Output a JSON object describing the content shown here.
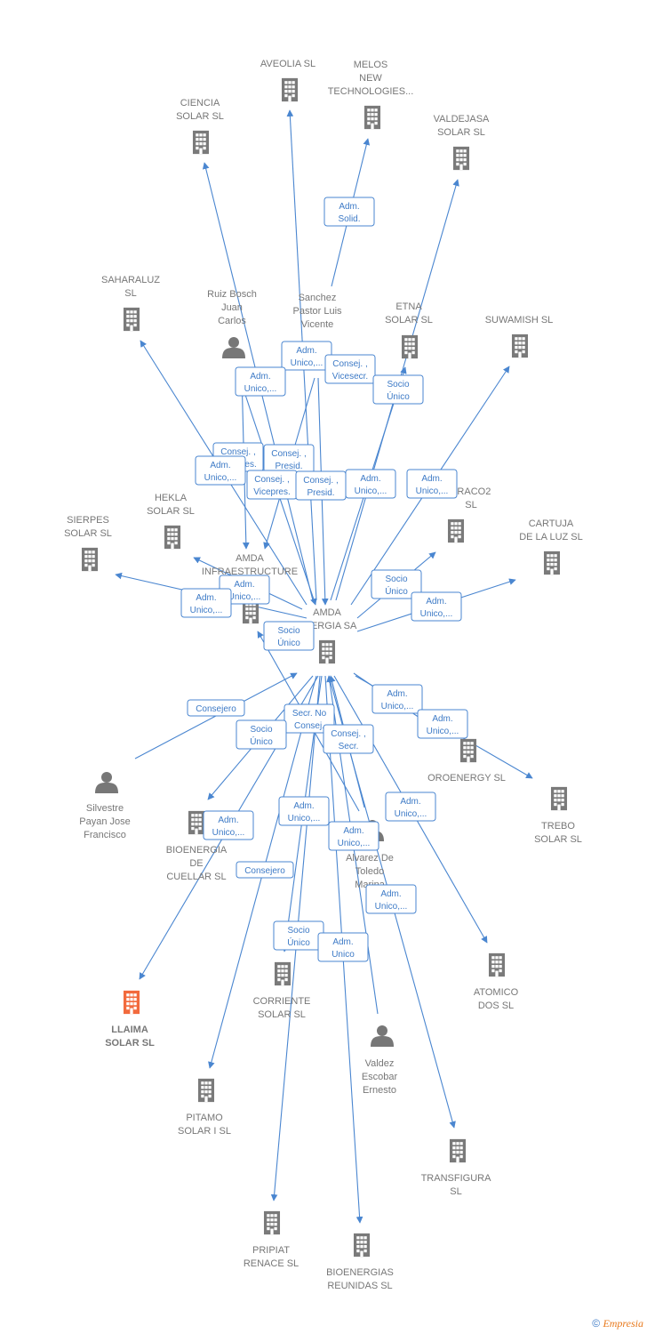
{
  "colors": {
    "edge": "#4a86d0",
    "company_icon": "#7a7a7a",
    "person_icon": "#777777",
    "highlight": "#f26a3d",
    "label": "#777777"
  },
  "nodes": [
    {
      "id": "amda",
      "type": "company",
      "label": [
        "AMDA",
        "ENERGIA SA"
      ]
    },
    {
      "id": "aveolia",
      "type": "company",
      "label": [
        "AVEOLIA  SL"
      ]
    },
    {
      "id": "melos",
      "type": "company",
      "label": [
        "MELOS",
        "NEW",
        "TECHNOLOGIES..."
      ]
    },
    {
      "id": "ciencia",
      "type": "company",
      "label": [
        "CIENCIA",
        "SOLAR  SL"
      ]
    },
    {
      "id": "valdejasa",
      "type": "company",
      "label": [
        "VALDEJASA",
        "SOLAR  SL"
      ]
    },
    {
      "id": "saharaluz",
      "type": "company",
      "label": [
        "SAHARALUZ",
        "SL"
      ]
    },
    {
      "id": "ruiz",
      "type": "person",
      "label": [
        "Ruiz Bosch",
        "Juan",
        "Carlos"
      ]
    },
    {
      "id": "sanchez",
      "type": "person",
      "label": [
        "Sanchez",
        "Pastor Luis",
        "Vicente"
      ]
    },
    {
      "id": "etna",
      "type": "company",
      "label": [
        "ETNA",
        "SOLAR  SL"
      ]
    },
    {
      "id": "suwamish",
      "type": "company",
      "label": [
        "SUWAMISH  SL"
      ]
    },
    {
      "id": "hekla",
      "type": "company",
      "label": [
        "HEKLA",
        "SOLAR  SL"
      ]
    },
    {
      "id": "sierpes",
      "type": "company",
      "label": [
        "SIERPES",
        "SOLAR  SL"
      ]
    },
    {
      "id": "amdainfra",
      "type": "company",
      "label": [
        "AMDA",
        "INFRAESTRUCTURE",
        "A... SL"
      ]
    },
    {
      "id": "traco2",
      "type": "company",
      "label": [
        "TRACO2",
        "SL"
      ]
    },
    {
      "id": "cartuja",
      "type": "company",
      "label": [
        "CARTUJA",
        "DE LA LUZ  SL"
      ]
    },
    {
      "id": "silvestre",
      "type": "person",
      "label": [
        "Silvestre",
        "Payan Jose",
        "Francisco"
      ]
    },
    {
      "id": "oroenergy",
      "type": "company",
      "label": [
        "OROENERGY SL"
      ]
    },
    {
      "id": "trebo",
      "type": "company",
      "label": [
        "TREBO",
        "SOLAR  SL"
      ]
    },
    {
      "id": "bioenergia",
      "type": "company",
      "label": [
        "BIOENERGIA",
        "DE",
        "CUELLAR SL"
      ]
    },
    {
      "id": "alvarez",
      "type": "person",
      "label": [
        "Alvarez De",
        "Toledo",
        "Marina"
      ]
    },
    {
      "id": "llaima",
      "type": "company",
      "label": [
        "LLAIMA",
        "SOLAR  SL"
      ],
      "highlight": true
    },
    {
      "id": "corriente",
      "type": "company",
      "label": [
        "CORRIENTE",
        "SOLAR  SL"
      ]
    },
    {
      "id": "atomico",
      "type": "company",
      "label": [
        "ATOMICO",
        "DOS  SL"
      ]
    },
    {
      "id": "valdez",
      "type": "person",
      "label": [
        "Valdez",
        "Escobar",
        "Ernesto"
      ]
    },
    {
      "id": "pitamo",
      "type": "company",
      "label": [
        "PITAMO",
        "SOLAR I  SL"
      ]
    },
    {
      "id": "transfigura",
      "type": "company",
      "label": [
        "TRANSFIGURA",
        "SL"
      ]
    },
    {
      "id": "pripiat",
      "type": "company",
      "label": [
        "PRIPIAT",
        "RENACE  SL"
      ]
    },
    {
      "id": "bioenergias",
      "type": "company",
      "label": [
        "BIOENERGIAS",
        "REUNIDAS SL"
      ]
    }
  ],
  "edges": [
    {
      "from": "amda",
      "to": "aveolia"
    },
    {
      "from": "sanchez",
      "to": "melos"
    },
    {
      "from": "amda",
      "to": "ciencia"
    },
    {
      "from": "amda",
      "to": "valdejasa"
    },
    {
      "from": "amda",
      "to": "saharaluz"
    },
    {
      "from": "ruiz",
      "to": "amda"
    },
    {
      "from": "sanchez",
      "to": "amda"
    },
    {
      "from": "amda",
      "to": "etna"
    },
    {
      "from": "amda",
      "to": "suwamish"
    },
    {
      "from": "amda",
      "to": "hekla"
    },
    {
      "from": "amda",
      "to": "sierpes"
    },
    {
      "from": "ruiz",
      "to": "amdainfra"
    },
    {
      "from": "sanchez",
      "to": "amdainfra"
    },
    {
      "from": "amda",
      "to": "traco2"
    },
    {
      "from": "amda",
      "to": "cartuja"
    },
    {
      "from": "silvestre",
      "to": "amda"
    },
    {
      "from": "amda",
      "to": "oroenergy"
    },
    {
      "from": "amda",
      "to": "trebo"
    },
    {
      "from": "amda",
      "to": "bioenergia"
    },
    {
      "from": "alvarez",
      "to": "amda"
    },
    {
      "from": "alvarez",
      "to": "amdainfra"
    },
    {
      "from": "amda",
      "to": "llaima"
    },
    {
      "from": "amda",
      "to": "corriente"
    },
    {
      "from": "amda",
      "to": "atomico"
    },
    {
      "from": "valdez",
      "to": "amda"
    },
    {
      "from": "amda",
      "to": "pitamo"
    },
    {
      "from": "amda",
      "to": "transfigura"
    },
    {
      "from": "amda",
      "to": "pripiat"
    },
    {
      "from": "amda",
      "to": "bioenergias"
    }
  ],
  "edge_labels": [
    [
      "Adm.",
      "Solid."
    ],
    [
      "Adm.",
      "Unico,..."
    ],
    [
      "Adm.",
      "Unico,..."
    ],
    [
      "Consej. ,",
      "Vicesecr."
    ],
    [
      "Socio",
      "Único"
    ],
    [
      "Consej. ,",
      "Vicepres."
    ],
    [
      "Consej. ,",
      "Presid."
    ],
    [
      "Adm.",
      "Unico,..."
    ],
    [
      "Consej. ,",
      "Vicepres."
    ],
    [
      "Consej. ,",
      "Presid."
    ],
    [
      "Adm.",
      "Unico,..."
    ],
    [
      "Adm.",
      "Unico,..."
    ],
    [
      "Adm.",
      "Unico,..."
    ],
    [
      "Socio",
      "Único"
    ],
    [
      "Adm.",
      "Unico,..."
    ],
    [
      "Adm.",
      "Unico,..."
    ],
    [
      "Socio",
      "Único"
    ],
    [
      "Consejero"
    ],
    [
      "Secr. No",
      "Consej."
    ],
    [
      "Socio",
      "Único"
    ],
    [
      "Consej. ,",
      "Secr."
    ],
    [
      "Adm.",
      "Unico,..."
    ],
    [
      "Adm.",
      "Unico,..."
    ],
    [
      "Adm.",
      "Unico,..."
    ],
    [
      "Adm.",
      "Unico,..."
    ],
    [
      "Adm.",
      "Unico,..."
    ],
    [
      "Consejero"
    ],
    [
      "Adm.",
      "Unico,..."
    ],
    [
      "Adm.",
      "Unico,..."
    ],
    [
      "Socio",
      "Único"
    ],
    [
      "Adm.",
      "Unico"
    ]
  ],
  "copyright": {
    "symbol": "©",
    "brand": "Empresia"
  }
}
